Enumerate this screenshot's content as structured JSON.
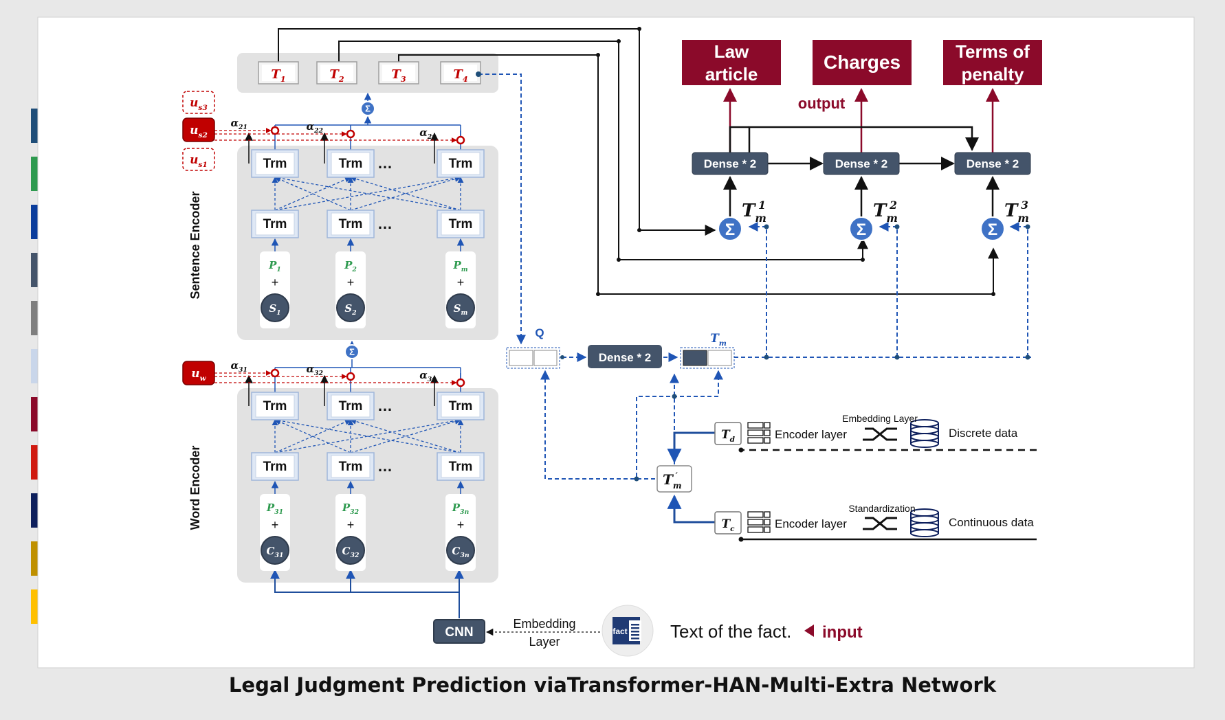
{
  "palette": [
    "#1f4e79",
    "#2e9a4f",
    "#0b3d9c",
    "#44546a",
    "#7f7f7f",
    "#c9d6ea",
    "#8b0a2a",
    "#d01a10",
    "#0d1f5c",
    "#bf9000",
    "#ffc000"
  ],
  "colors": {
    "crimson": "#8b0a2a",
    "navy_box": "#44546a",
    "blue_line": "#1f55b5",
    "attention_red": "#c00000",
    "panel_gray": "#e2e2e2",
    "green_label": "#2e9a4f"
  },
  "caption": "Legal Judgment Prediction viaTransformer-HAN-Multi-Extra Network",
  "outputs": {
    "law": [
      "Law",
      "article"
    ],
    "charges": "Charges",
    "penalty": [
      "Terms of",
      "penalty"
    ],
    "output_label": "output"
  },
  "dense_label": "Dense * 2",
  "sum_symbol": "Σ",
  "q_label": "Q",
  "tm_label": "T",
  "tm_sub": "m",
  "sentence_encoder_label": "Sentence  Encoder",
  "word_encoder_label": "Word  Encoder",
  "trm_label": "Trm",
  "ellipsis": "…",
  "plus": "+",
  "t_boxes": [
    {
      "t": "T",
      "s": "1"
    },
    {
      "t": "T",
      "s": "2"
    },
    {
      "t": "T",
      "s": "3"
    },
    {
      "t": "T",
      "s": "4"
    }
  ],
  "u_sentence": [
    {
      "t": "u",
      "s": "s3"
    },
    {
      "t": "u",
      "s": "s2"
    },
    {
      "t": "u",
      "s": "s1"
    }
  ],
  "u_word": {
    "t": "u",
    "s": "w"
  },
  "alpha_sentence": [
    {
      "t": "α",
      "s": "21"
    },
    {
      "t": "α",
      "s": "22"
    },
    {
      "t": "α",
      "s": "2n"
    }
  ],
  "alpha_word": [
    {
      "t": "α",
      "s": "31"
    },
    {
      "t": "α",
      "s": "32"
    },
    {
      "t": "α",
      "s": "3n"
    }
  ],
  "sentence_pos": [
    {
      "t": "P",
      "s": "1"
    },
    {
      "t": "P",
      "s": "2"
    },
    {
      "t": "P",
      "s": "m"
    }
  ],
  "sentence_inputs": [
    {
      "t": "S",
      "s": "1"
    },
    {
      "t": "S",
      "s": "2"
    },
    {
      "t": "S",
      "s": "m"
    }
  ],
  "word_pos": [
    {
      "t": "P",
      "s": "31"
    },
    {
      "t": "P",
      "s": "32"
    },
    {
      "t": "P",
      "s": "3n"
    }
  ],
  "word_inputs": [
    {
      "t": "C",
      "s": "31"
    },
    {
      "t": "C",
      "s": "32"
    },
    {
      "t": "C",
      "s": "3n"
    }
  ],
  "tm_sums": [
    {
      "t": "T",
      "sub": "m",
      "sup": "1"
    },
    {
      "t": "T",
      "sub": "m",
      "sup": "2"
    },
    {
      "t": "T",
      "sub": "m",
      "sup": "3"
    }
  ],
  "tm_prime": {
    "t": "T",
    "sub": "m",
    "sup": "′"
  },
  "extra": {
    "td": {
      "t": "T",
      "s": "d"
    },
    "tc": {
      "t": "T",
      "s": "c"
    },
    "encoder_layer": "Encoder layer",
    "embedding_layer": "Embedding Layer",
    "standardization": "Standardization",
    "discrete": "Discrete  data",
    "continuous": "Continuous  data"
  },
  "cnn_label": "CNN",
  "embedding_layer": [
    "Embedding",
    "Layer"
  ],
  "fact_icon_label": "fact",
  "fact_text": "Text of the fact.",
  "input_label": "input"
}
